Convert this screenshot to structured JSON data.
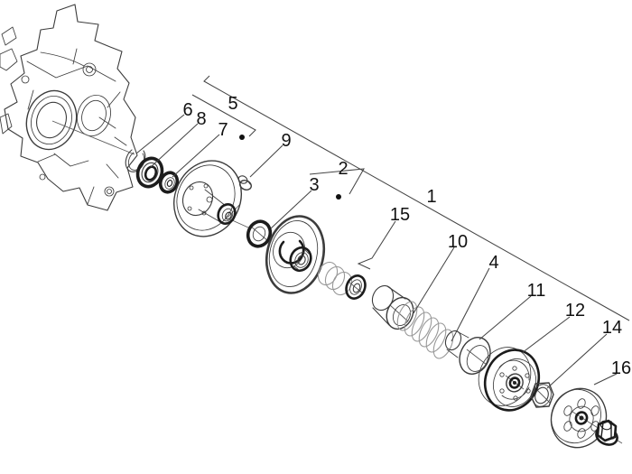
{
  "diagram": {
    "callouts": {
      "c1": "1",
      "c2": "2",
      "c3": "3",
      "c4": "4",
      "c5": "5",
      "c6": "6",
      "c7": "7",
      "c8": "8",
      "c9": "9",
      "c10": "10",
      "c11": "11",
      "c12": "12",
      "c14": "14",
      "c15": "15",
      "c16": "16"
    },
    "colors": {
      "background": "#ffffff",
      "line": "#3c3c3c",
      "label": "#111111"
    }
  }
}
